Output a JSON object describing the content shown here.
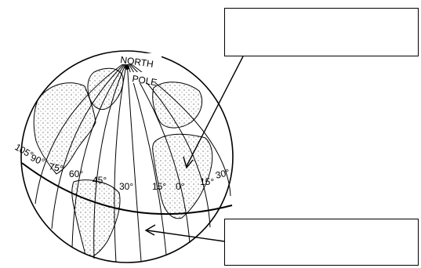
{
  "diagram": {
    "pole_label_line1": "NORTH",
    "pole_label_line2": "POLE",
    "longitude_labels": [
      "105°",
      "90°",
      "75°",
      "60°",
      "45°",
      "30°",
      "15°",
      "0°",
      "15°",
      "30°"
    ],
    "answer_boxes": [
      {
        "name": "meridian-answer-box",
        "text": ""
      },
      {
        "name": "equator-answer-box",
        "text": ""
      }
    ],
    "colors": {
      "ink": "#000000",
      "background": "#ffffff"
    }
  }
}
